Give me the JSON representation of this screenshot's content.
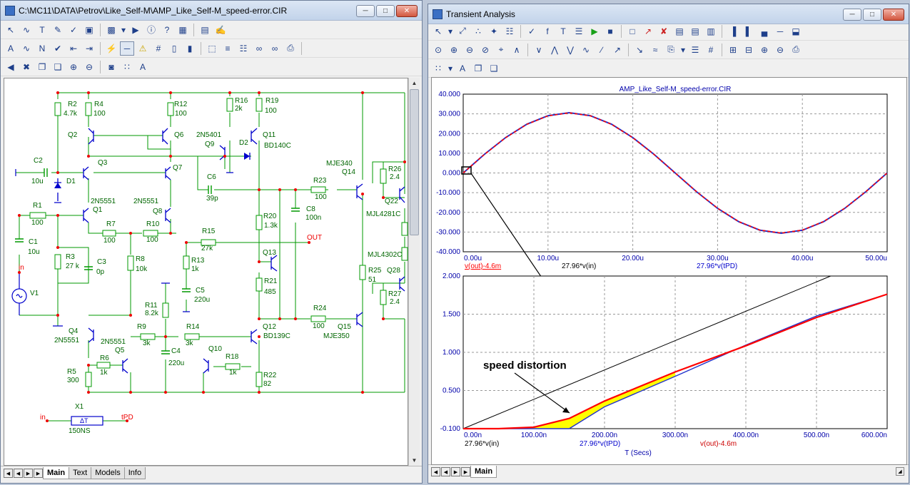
{
  "schematic_window": {
    "title": "C:\\MC11\\DATA\\Petrov\\Like_Self-M\\AMP_Like_Self-M_speed-error.CIR",
    "tabs": [
      "Main",
      "Text",
      "Models",
      "Info"
    ],
    "active_tab": "Main"
  },
  "analysis_window": {
    "title": "Transient Analysis",
    "tabs": [
      "Main"
    ],
    "active_tab": "Main"
  },
  "toolbar_icons": {
    "sch_row1": [
      "select-arrow-icon",
      "wire-icon",
      "text-icon",
      "pen-icon",
      "check-icon",
      "picture-icon",
      "component-icon",
      "dropdown-icon",
      "play-icon",
      "info-icon",
      "help-icon",
      "model-icon",
      "grid-icon",
      "edit-icon"
    ],
    "sch_row2": [
      "attr-a-icon",
      "wire-label-icon",
      "net-icon",
      "check-2-icon",
      "arrow-left-icon",
      "arrow-right-icon",
      "flash-icon",
      "pin-icon",
      "warning-icon",
      "grid-hash-icon",
      "page-icon",
      "page2-icon",
      "select-box-icon",
      "bus-icon",
      "label-icon",
      "binoculars-icon",
      "binoculars2-icon",
      "print-icon"
    ],
    "sch_row3": [
      "back-circle-icon",
      "stop-circle-icon",
      "copy-icon",
      "paste-icon",
      "zoom-in-icon",
      "zoom-out-icon",
      "camera-icon",
      "grid-dots-icon",
      "font-a-icon"
    ],
    "ta_row1": [
      "select-arrow-icon",
      "dropdown-icon",
      "scale-icon",
      "data-points-icon",
      "tokens-icon",
      "label-icon",
      "check-icon",
      "fx-icon",
      "text-icon",
      "props-icon",
      "run-icon",
      "pause-icon",
      "stop-icon",
      "probe-icon",
      "probe-x-icon",
      "stepping-icon",
      "grid-icon",
      "layout1-icon",
      "layout2-icon",
      "layout3-icon",
      "layout4-icon",
      "separate-icon",
      "stack-icon"
    ],
    "ta_row2": [
      "zoom-fit-icon",
      "zoom-in-icon",
      "zoom-out-icon",
      "zoom-search-icon",
      "cursor-icon",
      "peak-icon",
      "valley-icon",
      "high-icon",
      "low-icon",
      "inflection-icon",
      "slope-icon",
      "rise-icon",
      "fall-icon",
      "wave-icon",
      "clipboard-icon",
      "dropdown-icon",
      "list-icon",
      "number-icon",
      "tile-icon",
      "tile2-icon",
      "magnify-plus-icon",
      "magnify-minus-icon",
      "print-icon"
    ],
    "ta_row3": [
      "grid-dots-icon",
      "dropdown-icon",
      "font-a-icon",
      "copy-icon",
      "paste-icon"
    ]
  },
  "schematic": {
    "labels": [
      [
        "R2",
        93,
        147
      ],
      [
        "4.7k",
        87,
        160
      ],
      [
        "R4",
        130,
        147
      ],
      [
        "100",
        129,
        160
      ],
      [
        "R12",
        242,
        147
      ],
      [
        "100",
        243,
        160
      ],
      [
        "R16",
        327,
        142
      ],
      [
        "2k",
        327,
        153
      ],
      [
        "R19",
        370,
        142
      ],
      [
        "100",
        369,
        156
      ],
      [
        "Q2",
        93,
        190
      ],
      [
        "Q6",
        242,
        190
      ],
      [
        "2N5401",
        273,
        190
      ],
      [
        "Q9",
        285,
        203
      ],
      [
        "Q11",
        366,
        190
      ],
      [
        "D2",
        333,
        201
      ],
      [
        "BD140C",
        368,
        205
      ],
      [
        "C2",
        45,
        226
      ],
      [
        "10u",
        42,
        255
      ],
      [
        "D1",
        91,
        255
      ],
      [
        "Q3",
        135,
        229
      ],
      [
        "Q7",
        240,
        236
      ],
      [
        "C6",
        288,
        249
      ],
      [
        "39p",
        287,
        279
      ],
      [
        "MJE340",
        455,
        230
      ],
      [
        "Q14",
        477,
        242
      ],
      [
        "R26",
        542,
        238
      ],
      [
        "2.4",
        544,
        249
      ],
      [
        "R23",
        437,
        254
      ],
      [
        "100",
        439,
        277
      ],
      [
        "Q22",
        537,
        283
      ],
      [
        "MJL4281C",
        511,
        301
      ],
      [
        "2N5551",
        125,
        283
      ],
      [
        "Q1",
        128,
        295
      ],
      [
        "2N5551",
        185,
        283
      ],
      [
        "Q8",
        212,
        297
      ],
      [
        "C8",
        427,
        294
      ],
      [
        "100n",
        426,
        306
      ],
      [
        "R20",
        367,
        304
      ],
      [
        "1.3k",
        368,
        317
      ],
      [
        "R1",
        44,
        289
      ],
      [
        "100",
        42,
        313
      ],
      [
        "R7",
        147,
        315
      ],
      [
        "100",
        143,
        338
      ],
      [
        "R10",
        203,
        315
      ],
      [
        "100",
        203,
        337
      ],
      [
        "R15",
        281,
        325
      ],
      [
        "27k",
        280,
        349
      ],
      [
        "OUT",
        428,
        334
      ],
      [
        "C1",
        38,
        340
      ],
      [
        "10u",
        37,
        354
      ],
      [
        "R3",
        90,
        361
      ],
      [
        "27 k",
        90,
        374
      ],
      [
        "C3",
        134,
        368
      ],
      [
        "0p",
        133,
        382
      ],
      [
        "R8",
        188,
        364
      ],
      [
        "10k",
        188,
        378
      ],
      [
        "R13",
        266,
        366
      ],
      [
        "1k",
        266,
        378
      ],
      [
        "Q13",
        366,
        355
      ],
      [
        "MJL4302C",
        513,
        358
      ],
      [
        "R25",
        514,
        380
      ],
      [
        "51",
        514,
        393
      ],
      [
        "Q28",
        540,
        380
      ],
      [
        "in",
        24,
        376
      ],
      [
        "R21",
        368,
        395
      ],
      [
        "485",
        368,
        410
      ],
      [
        "C5",
        272,
        408
      ],
      [
        "220u",
        270,
        421
      ],
      [
        "R27",
        542,
        413
      ],
      [
        "2.4",
        544,
        424
      ],
      [
        "V1",
        40,
        412
      ],
      [
        "R11",
        201,
        429
      ],
      [
        "8.2k",
        201,
        440
      ],
      [
        "R24",
        437,
        433
      ],
      [
        "100",
        436,
        458
      ],
      [
        "Q12",
        366,
        459
      ],
      [
        "Q15",
        471,
        459
      ],
      [
        "Q4",
        94,
        465
      ],
      [
        "2N5551",
        74,
        478
      ],
      [
        "R9",
        190,
        459
      ],
      [
        "R14",
        259,
        459
      ],
      [
        "2N5551",
        139,
        480
      ],
      [
        "Q5",
        159,
        492
      ],
      [
        "3k",
        198,
        482
      ],
      [
        "3k",
        258,
        482
      ],
      [
        "BD139C",
        367,
        472
      ],
      [
        "MJE350",
        451,
        472
      ],
      [
        "Q10",
        290,
        490
      ],
      [
        "C4",
        238,
        493
      ],
      [
        "R6",
        138,
        503
      ],
      [
        "1k",
        138,
        523
      ],
      [
        "220u",
        234,
        510
      ],
      [
        "R18",
        314,
        501
      ],
      [
        "1k",
        319,
        523
      ],
      [
        "R5",
        92,
        522
      ],
      [
        "300",
        92,
        534
      ],
      [
        "R22",
        367,
        527
      ],
      [
        "82",
        367,
        539
      ],
      [
        "X1",
        103,
        571
      ],
      [
        "150NS",
        94,
        605
      ]
    ],
    "part_labels": [
      [
        "in",
        54,
        586
      ],
      [
        "tPD",
        168,
        586
      ]
    ]
  },
  "chart_data": [
    {
      "type": "line",
      "title": "AMP_Like_Self-M_speed-error.CIR",
      "x_unit": "microseconds",
      "xlim": [
        0,
        50
      ],
      "ylim": [
        -40,
        40
      ],
      "x_ticks": [
        "0.00u",
        "10.00u",
        "20.00u",
        "30.00u",
        "40.00u",
        "50.00u"
      ],
      "y_ticks": [
        "40.000",
        "30.000",
        "20.000",
        "10.000",
        "0.000",
        "-10.000",
        "-20.000",
        "-30.000",
        "-40.000"
      ],
      "legend_row1": [
        {
          "text": "v(out)-4.6m",
          "color": "#ff0000",
          "underline": true
        },
        {
          "text": "27.96*v(in)",
          "color": "#000000"
        },
        {
          "text": "27.96*v(tPD)",
          "color": "#0000cc"
        }
      ],
      "series": [
        {
          "name": "27.96*v(tPD)",
          "color": "#2233cc",
          "x": [
            0,
            2.5,
            5,
            7.5,
            10,
            12.5,
            15,
            17.5,
            20,
            22.5,
            25,
            27.5,
            30,
            32.5,
            35,
            37.5,
            40,
            42.5,
            45,
            47.5,
            50
          ],
          "y": [
            0,
            9.45,
            17.97,
            24.74,
            29.08,
            30.58,
            29.08,
            24.74,
            17.97,
            9.45,
            0,
            -9.45,
            -17.97,
            -24.74,
            -29.08,
            -30.58,
            -29.08,
            -24.74,
            -17.97,
            -9.45,
            0
          ]
        },
        {
          "name": "v(out)-4.6m",
          "color": "#ff0000",
          "x": [
            0,
            2.5,
            5,
            7.5,
            10,
            12.5,
            15,
            17.5,
            20,
            22.5,
            25,
            27.5,
            30,
            32.5,
            35,
            37.5,
            40,
            42.5,
            45,
            47.5,
            50
          ],
          "y": [
            0,
            9.4,
            17.9,
            24.7,
            29.0,
            30.5,
            29.0,
            24.7,
            17.9,
            9.4,
            0,
            -9.4,
            -17.9,
            -24.7,
            -29.0,
            -30.5,
            -29.0,
            -24.7,
            -17.9,
            -9.4,
            0
          ]
        }
      ]
    },
    {
      "type": "area",
      "x_unit": "nanoseconds",
      "xlim": [
        0,
        600
      ],
      "ylim": [
        -0.1,
        2.0
      ],
      "x_ticks": [
        "0.00n",
        "100.00n",
        "200.00n",
        "300.00n",
        "400.00n",
        "500.00n",
        "600.00n"
      ],
      "y_ticks": [
        "2.000",
        "1.500",
        "1.000",
        "0.500",
        "-0.100"
      ],
      "xlabel": "T (Secs)",
      "legend_row": [
        {
          "text": "27.96*v(in)",
          "color": "#000000"
        },
        {
          "text": "27.96*v(tPD)",
          "color": "#0000cc"
        },
        {
          "text": "v(out)-4.6m",
          "color": "#cc0000"
        }
      ],
      "annotation": "speed distortion",
      "series": [
        {
          "name": "27.96*v(in)",
          "color": "#000000",
          "x": [
            0,
            520
          ],
          "y": [
            -0.1,
            2.0
          ]
        },
        {
          "name": "27.96*v(tPD)",
          "color": "#2233cc",
          "x": [
            0,
            150,
            200,
            300,
            400,
            500,
            600
          ],
          "y": [
            -0.1,
            -0.1,
            0.2,
            0.62,
            1.05,
            1.45,
            1.75
          ]
        },
        {
          "name": "v(out)-4.6m",
          "color": "#ff0000",
          "x": [
            0,
            50,
            100,
            150,
            200,
            300,
            400,
            500,
            600
          ],
          "y": [
            -0.1,
            -0.1,
            -0.08,
            0.04,
            0.28,
            0.68,
            1.04,
            1.43,
            1.75
          ]
        }
      ]
    }
  ]
}
